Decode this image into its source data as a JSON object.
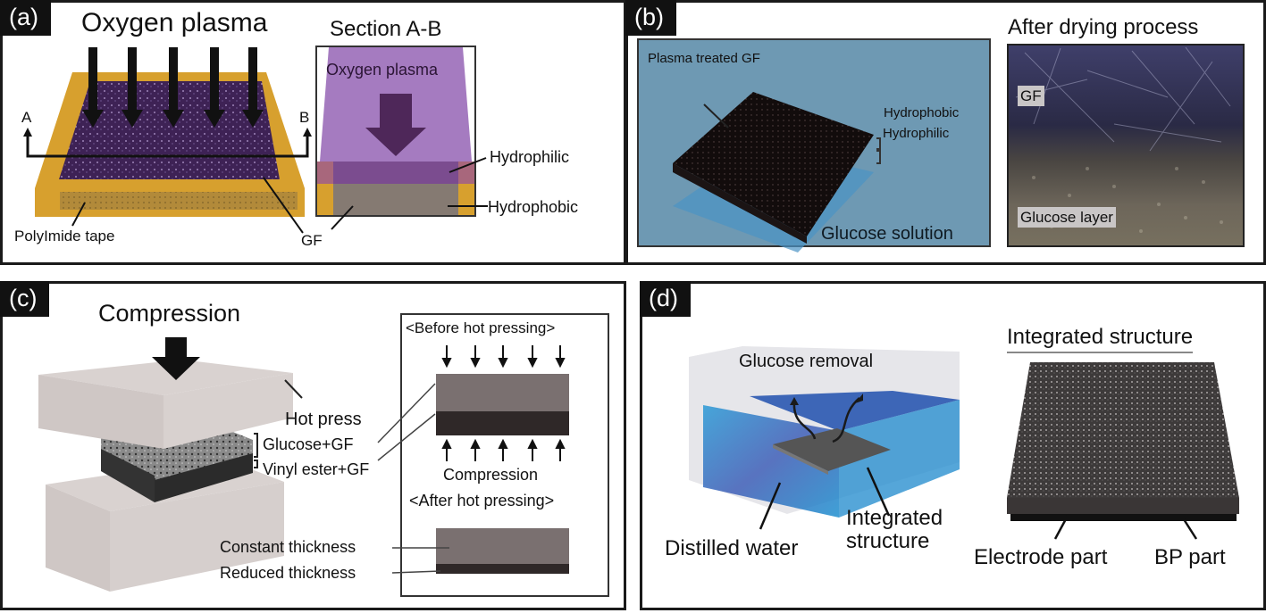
{
  "figure": {
    "panels": [
      {
        "id": "a",
        "tag": "(a)",
        "title": "Oxygen plasma",
        "section_title": "Section A-B",
        "labels": {
          "a": "A",
          "b": "B",
          "polyimide_tape": "PolyImide tape",
          "gf": "GF",
          "section_plasma": "Oxygen plasma",
          "hydrophilic": "Hydrophilic",
          "hydrophobic": "Hydrophobic"
        }
      },
      {
        "id": "b",
        "tag": "(b)",
        "labels": {
          "plasma_treated_gf": "Plasma treated GF",
          "hydrophobic": "Hydrophobic",
          "hydrophilic": "Hydrophilic",
          "glucose_solution": "Glucose solution",
          "after_drying": "After drying process",
          "gf": "GF",
          "glucose_layer": "Glucose layer"
        }
      },
      {
        "id": "c",
        "tag": "(c)",
        "title": "Compression",
        "labels": {
          "hot_press": "Hot press",
          "glucose_gf": "Glucose+GF",
          "vinyl_ester_gf": "Vinyl ester+GF",
          "constant_thickness": "Constant thickness",
          "reduced_thickness": "Reduced thickness",
          "before": "<Before hot pressing>",
          "compression": "Compression",
          "after": "<After hot pressing>"
        }
      },
      {
        "id": "d",
        "tag": "(d)",
        "labels": {
          "glucose_removal": "Glucose removal",
          "distilled_water": "Distilled water",
          "integrated_structure_left": "Integrated structure",
          "integrated_structure_title": "Integrated structure",
          "electrode_part": "Electrode part",
          "bp_part": "BP part"
        }
      }
    ],
    "colors": {
      "plasma_purple": "#a57bc0",
      "gf_purple": "#3e2255",
      "tape_orange": "#d7a02e",
      "hydrophobic_gray": "#857a72",
      "solution_blue": "#6e99b3",
      "water_blue": "#1d8fcf",
      "press_gray": "#d6cfcd",
      "dark": "#111111"
    }
  }
}
